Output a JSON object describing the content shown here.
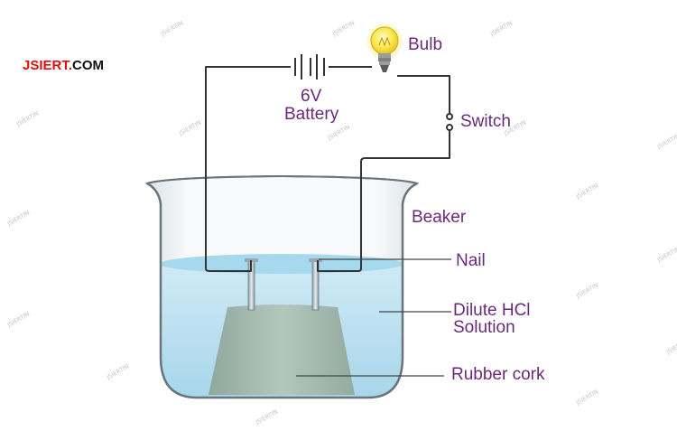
{
  "brand": {
    "part1": "JSIERT.",
    "part2": "COM"
  },
  "labels": {
    "bulb": "Bulb",
    "battery_voltage": "6V",
    "battery": "Battery",
    "switch": "Switch",
    "beaker": "Beaker",
    "nail": "Nail",
    "solution_line1": "Dilute HCl",
    "solution_line2": "Solution",
    "cork": "Rubber cork"
  },
  "watermark": "JSIERTIN",
  "colors": {
    "label_text": "#6a2a7a",
    "brand_red": "#e10e0e",
    "wire": "#333333",
    "liquid": "#bfe3f2",
    "cork": "#a9bdb4",
    "bulb_glass": "#fbe84a"
  }
}
